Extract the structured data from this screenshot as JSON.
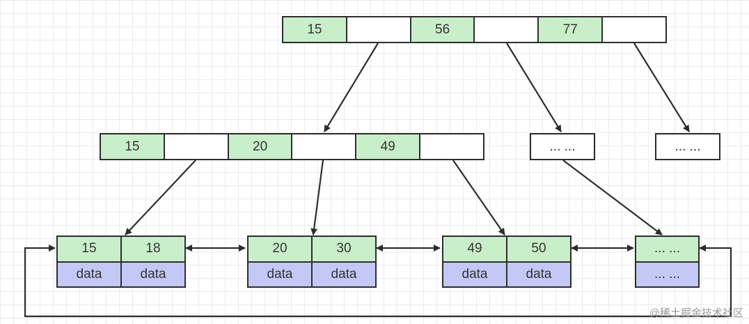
{
  "root_node": {
    "keys": [
      "15",
      "56",
      "77"
    ]
  },
  "internal_node": {
    "keys": [
      "15",
      "20",
      "49"
    ]
  },
  "internal_placeholders": [
    "... ...",
    "... ..."
  ],
  "leaves": [
    {
      "keys": [
        "15",
        "18"
      ],
      "data": [
        "data",
        "data"
      ]
    },
    {
      "keys": [
        "20",
        "30"
      ],
      "data": [
        "data",
        "data"
      ]
    },
    {
      "keys": [
        "49",
        "50"
      ],
      "data": [
        "data",
        "data"
      ]
    }
  ],
  "leaf_placeholder": {
    "key": "... ...",
    "data": "... ..."
  },
  "watermark": "@稀土掘金技术社区",
  "colors": {
    "key": "#c9efca",
    "data": "#c4c8f5",
    "border": "#2d2d2d",
    "grid": "#ececec"
  }
}
